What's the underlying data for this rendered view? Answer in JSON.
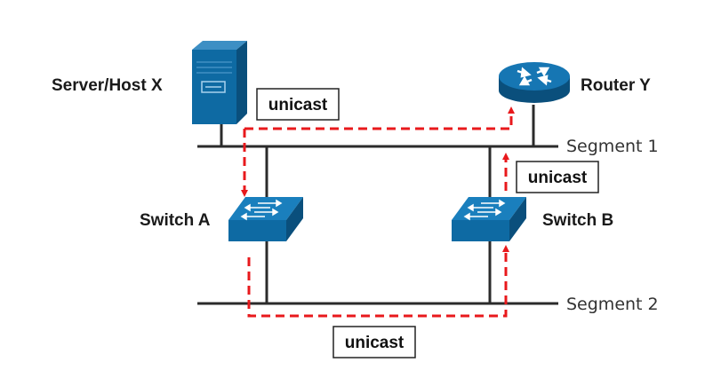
{
  "nodes": {
    "server": {
      "label": "Server/Host X",
      "icon": "server-icon"
    },
    "router": {
      "label": "Router Y",
      "icon": "router-icon"
    },
    "switch_a": {
      "label": "Switch A",
      "icon": "switch-icon"
    },
    "switch_b": {
      "label": "Switch B",
      "icon": "switch-icon"
    }
  },
  "segments": {
    "segment1": "Segment 1",
    "segment2": "Segment 2"
  },
  "unicast_labels": [
    "unicast",
    "unicast",
    "unicast"
  ],
  "colors": {
    "device_blue": "#0e6aa3",
    "device_dark": "#0a4f7c",
    "path_red": "#e8191c",
    "wire": "#2b2b2b"
  }
}
